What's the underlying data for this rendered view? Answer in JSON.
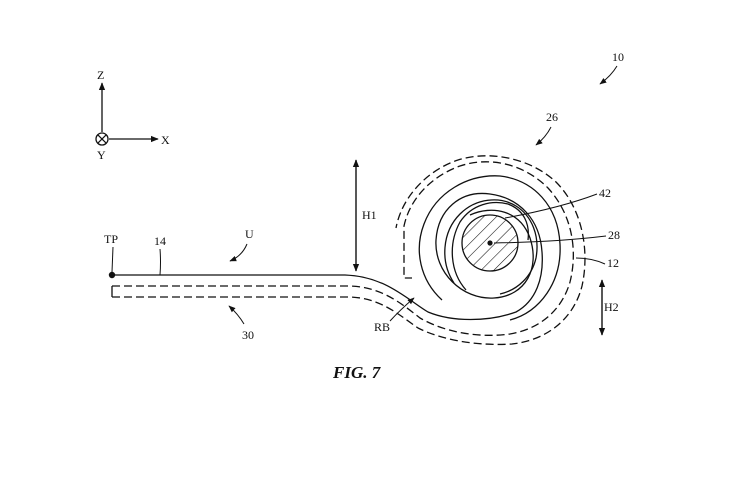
{
  "figure": {
    "caption": "FIG. 7",
    "reference_numeral": "10"
  },
  "axes": {
    "z": "Z",
    "x": "X",
    "y": "Y"
  },
  "labels": {
    "tp": "TP",
    "n14": "14",
    "u": "U",
    "h1": "H1",
    "n26": "26",
    "n42": "42",
    "n28": "28",
    "n12": "12",
    "h2": "H2",
    "rb": "RB",
    "n30": "30"
  }
}
